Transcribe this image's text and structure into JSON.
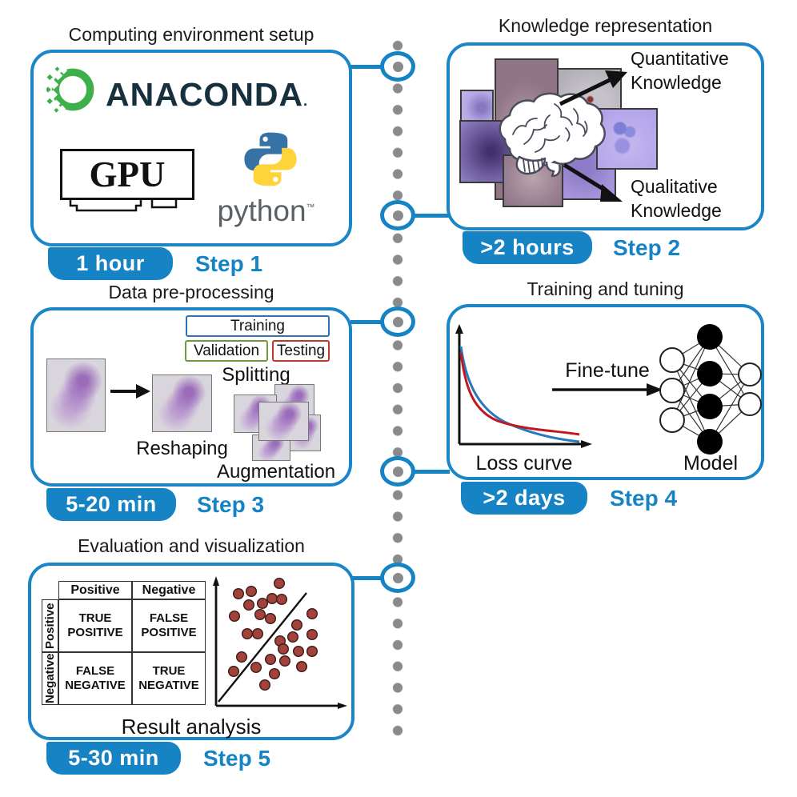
{
  "figure": {
    "background": "#ffffff"
  },
  "colors": {
    "accent_blue": "#1583c4",
    "box_border_blue": "#1a86c8",
    "timeline_dot_gray": "#8a8a8a",
    "training_border": "#2e74b5",
    "validation_border": "#6f9a41",
    "testing_border": "#c0392b",
    "loss_curve_blue": "#2878bc",
    "loss_curve_red": "#c01820",
    "scatter_dot": "#a2423a",
    "anaconda_green": "#3eb049",
    "anaconda_navy": "#17303e",
    "python_blue": "#3772a4",
    "python_yellow": "#ffd43b"
  },
  "steps": [
    {
      "title": "Computing environment setup",
      "duration": "1 hour",
      "step_label": "Step 1",
      "logos": {
        "anaconda_text": "ANACONDA",
        "anaconda_mark": ".",
        "gpu_text": "GPU",
        "python_text": "python",
        "python_tm": "™"
      }
    },
    {
      "title": "Knowledge representation",
      "duration": ">2 hours",
      "step_label": "Step 2",
      "annotations": {
        "quantitative": "Quantitative Knowledge",
        "qualitative": "Qualitative Knowledge"
      }
    },
    {
      "title": "Data pre-processing",
      "duration": "5-20 min",
      "step_label": "Step 3",
      "split": {
        "training": "Training",
        "validation": "Validation",
        "testing": "Testing"
      },
      "labels": {
        "splitting": "Splitting",
        "reshaping": "Reshaping",
        "augmentation": "Augmentation"
      }
    },
    {
      "title": "Training and tuning",
      "duration": ">2 days",
      "step_label": "Step 4",
      "labels": {
        "fine_tune": "Fine-tune",
        "loss_curve": "Loss curve",
        "model": "Model"
      }
    },
    {
      "title": "Evaluation and visualization",
      "duration": "5-30 min",
      "step_label": "Step 5",
      "matrix": {
        "col_headers": [
          "Positive",
          "Negative"
        ],
        "row_headers": [
          "Positive",
          "Negative"
        ],
        "cells": [
          [
            "TRUE POSITIVE",
            "FALSE POSITIVE"
          ],
          [
            "FALSE NEGATIVE",
            "TRUE NEGATIVE"
          ]
        ]
      },
      "labels": {
        "result_analysis": "Result analysis"
      },
      "scatter": {
        "points": [
          [
            34,
            26
          ],
          [
            50,
            23
          ],
          [
            85,
            13
          ],
          [
            47,
            40
          ],
          [
            64,
            38
          ],
          [
            76,
            32
          ],
          [
            88,
            33
          ],
          [
            29,
            54
          ],
          [
            61,
            52
          ],
          [
            74,
            57
          ],
          [
            126,
            51
          ],
          [
            45,
            76
          ],
          [
            58,
            76
          ],
          [
            107,
            65
          ],
          [
            126,
            77
          ],
          [
            86,
            85
          ],
          [
            102,
            80
          ],
          [
            90,
            95
          ],
          [
            109,
            98
          ],
          [
            126,
            98
          ],
          [
            38,
            105
          ],
          [
            74,
            108
          ],
          [
            92,
            110
          ],
          [
            56,
            118
          ],
          [
            28,
            123
          ],
          [
            79,
            126
          ],
          [
            113,
            117
          ],
          [
            67,
            140
          ]
        ]
      }
    }
  ]
}
